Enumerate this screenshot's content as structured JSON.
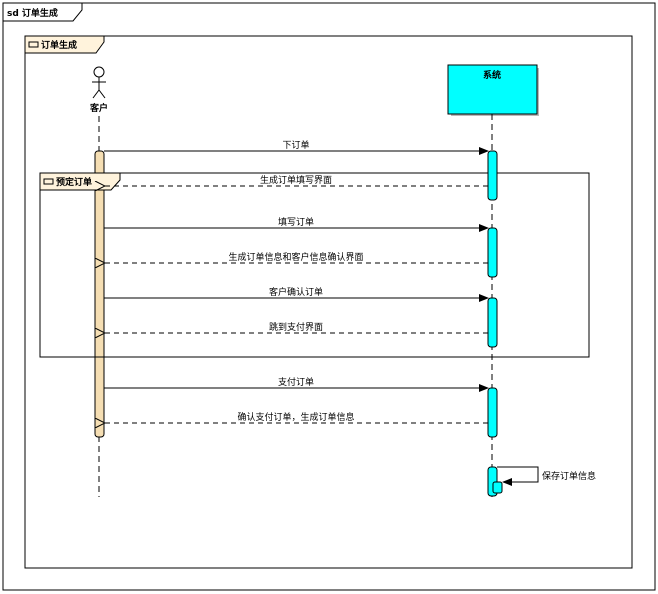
{
  "diagram": {
    "frame_title": "sd 订单生成",
    "interaction_title": "订单生成",
    "fragment_label": "预定订单",
    "actor_name": "客户",
    "system_name": "系统"
  },
  "messages": [
    {
      "label": "下订单",
      "kind": "sync"
    },
    {
      "label": "生成订单填写界面",
      "kind": "reply"
    },
    {
      "label": "填写订单",
      "kind": "sync"
    },
    {
      "label": "生成订单信息和客户信息确认界面",
      "kind": "reply"
    },
    {
      "label": "客户确认订单",
      "kind": "sync"
    },
    {
      "label": "跳到支付界面",
      "kind": "reply"
    },
    {
      "label": "支付订单",
      "kind": "sync"
    },
    {
      "label": "确认支付订单，生成订单信息",
      "kind": "reply"
    },
    {
      "label": "保存订单信息",
      "kind": "self"
    }
  ],
  "colors": {
    "actor_activation": "#f5deb3",
    "system_lifeline": "#00ffff",
    "frame_tab": "#fff3dc"
  }
}
